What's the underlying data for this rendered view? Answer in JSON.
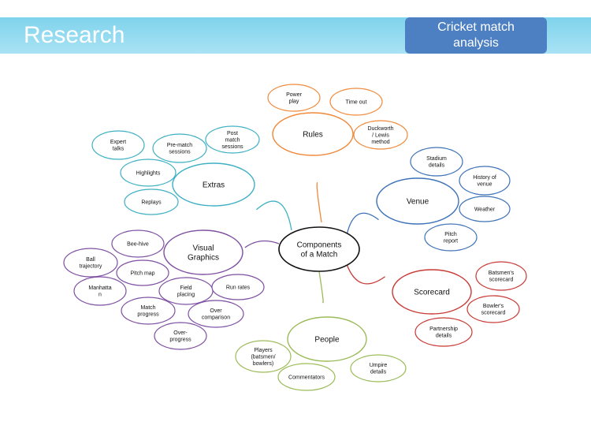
{
  "header": {
    "title": "Research",
    "badge_line1": "Cricket match",
    "badge_line2": "analysis"
  },
  "colors": {
    "header_bar": "#8fd8ee",
    "badge": "#4d7fc3",
    "center": "#111111",
    "rules": "#f0893a",
    "venue": "#3e72b8",
    "scorecard": "#c83a35",
    "people": "#9cbb59",
    "graphics": "#7e4fa2",
    "extras": "#3fb0c4"
  },
  "center": {
    "lines": [
      "Components",
      "of a Match"
    ]
  },
  "branches": [
    {
      "id": "rules",
      "color_key": "rules",
      "lines": [
        "Rules"
      ],
      "children": [
        {
          "lines": [
            "Power",
            "play"
          ]
        },
        {
          "lines": [
            "Time out"
          ]
        },
        {
          "lines": [
            "Duckworth",
            "/ Lewis",
            "method"
          ]
        }
      ]
    },
    {
      "id": "venue",
      "color_key": "venue",
      "lines": [
        "Venue"
      ],
      "children": [
        {
          "lines": [
            "Stadium",
            "details"
          ]
        },
        {
          "lines": [
            "History of",
            "venue"
          ]
        },
        {
          "lines": [
            "Weather"
          ]
        },
        {
          "lines": [
            "Pitch",
            "report"
          ]
        }
      ]
    },
    {
      "id": "scorecard",
      "color_key": "scorecard",
      "lines": [
        "Scorecard"
      ],
      "children": [
        {
          "lines": [
            "Batsmen's",
            "scorecard"
          ]
        },
        {
          "lines": [
            "Bowler's",
            "scorecard"
          ]
        },
        {
          "lines": [
            "Partnership",
            "details"
          ]
        }
      ]
    },
    {
      "id": "people",
      "color_key": "people",
      "lines": [
        "People"
      ],
      "children": [
        {
          "lines": [
            "Players",
            "(batsmen/",
            "bowlers)"
          ]
        },
        {
          "lines": [
            "Commentators"
          ]
        },
        {
          "lines": [
            "Umpire",
            "details"
          ]
        }
      ]
    },
    {
      "id": "graphics",
      "color_key": "graphics",
      "lines": [
        "Visual",
        "Graphics"
      ],
      "children": [
        {
          "lines": [
            "Bee-hive"
          ]
        },
        {
          "lines": [
            "Ball",
            "trajectory"
          ]
        },
        {
          "lines": [
            "Pitch map"
          ]
        },
        {
          "lines": [
            "Manhatta",
            "n"
          ]
        },
        {
          "lines": [
            "Field",
            "placing"
          ]
        },
        {
          "lines": [
            "Run rates"
          ]
        },
        {
          "lines": [
            "Match",
            "progress"
          ]
        },
        {
          "lines": [
            "Over",
            "comparison"
          ]
        },
        {
          "lines": [
            "Over-",
            "progress"
          ]
        }
      ]
    },
    {
      "id": "extras",
      "color_key": "extras",
      "lines": [
        "Extras"
      ],
      "children": [
        {
          "lines": [
            "Expert",
            "talks"
          ]
        },
        {
          "lines": [
            "Pre-match",
            "sessions"
          ]
        },
        {
          "lines": [
            "Post",
            "match",
            "sessions"
          ]
        },
        {
          "lines": [
            "Highlights"
          ]
        },
        {
          "lines": [
            "Replays"
          ]
        }
      ]
    }
  ]
}
